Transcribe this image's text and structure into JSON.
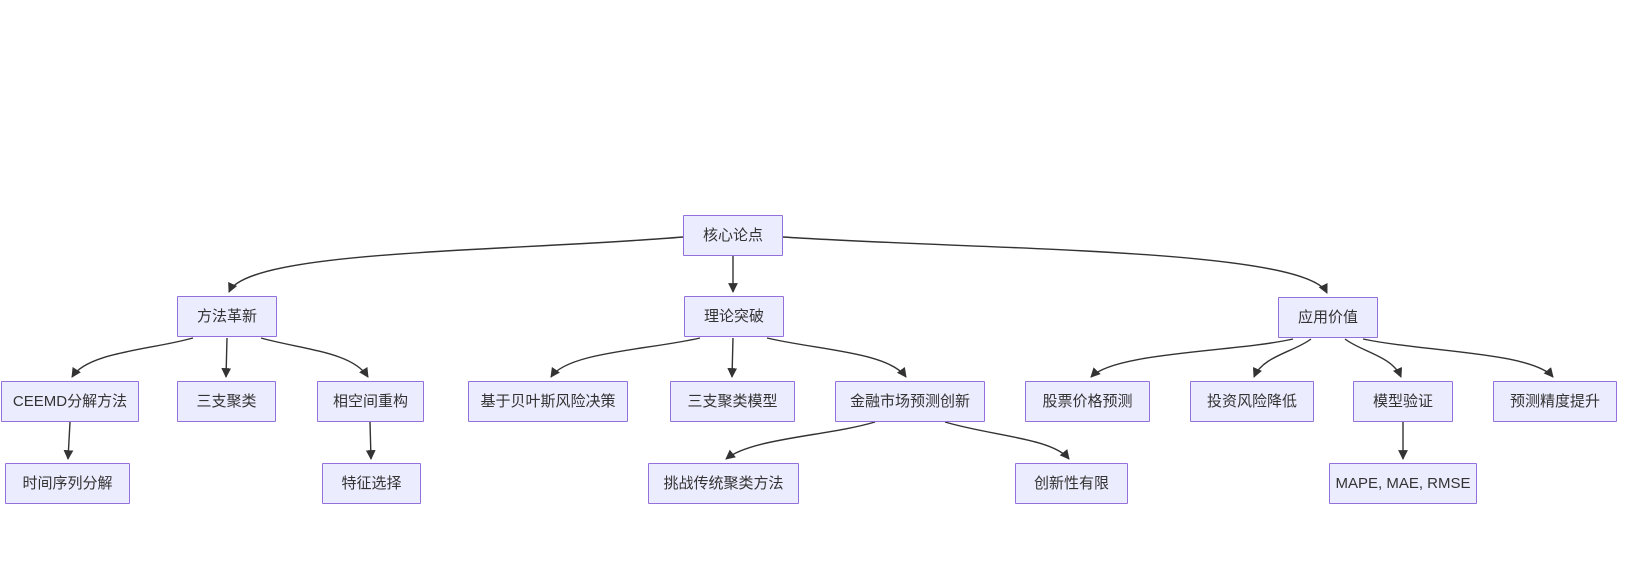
{
  "diagram": {
    "type": "flowchart-top-down",
    "title": "核心论点 mind map",
    "colors": {
      "background": "#ffffff",
      "node_fill": "#ECECFF",
      "node_border": "#9370DB",
      "node_text": "#333333",
      "edge": "#333333"
    },
    "nodes": [
      {
        "id": "core",
        "label": "核心论点"
      },
      {
        "id": "method",
        "label": "方法革新"
      },
      {
        "id": "theory",
        "label": "理论突破"
      },
      {
        "id": "application",
        "label": "应用价值"
      },
      {
        "id": "ceemd",
        "label": "CEEMD分解方法"
      },
      {
        "id": "threeway",
        "label": "三支聚类"
      },
      {
        "id": "phasespace",
        "label": "相空间重构"
      },
      {
        "id": "bayes",
        "label": "基于贝叶斯风险决策"
      },
      {
        "id": "twmodel",
        "label": "三支聚类模型"
      },
      {
        "id": "fininnov",
        "label": "金融市场预测创新"
      },
      {
        "id": "stock",
        "label": "股票价格预测"
      },
      {
        "id": "risk",
        "label": "投资风险降低"
      },
      {
        "id": "validation",
        "label": "模型验证"
      },
      {
        "id": "precision",
        "label": "预测精度提升"
      },
      {
        "id": "tsdecomp",
        "label": "时间序列分解"
      },
      {
        "id": "feature",
        "label": "特征选择"
      },
      {
        "id": "challenge",
        "label": "挑战传统聚类方法"
      },
      {
        "id": "limited",
        "label": "创新性有限"
      },
      {
        "id": "metrics",
        "label": "MAPE, MAE, RMSE"
      }
    ],
    "edges": [
      {
        "from": "core",
        "to": "method"
      },
      {
        "from": "core",
        "to": "theory"
      },
      {
        "from": "core",
        "to": "application"
      },
      {
        "from": "method",
        "to": "ceemd"
      },
      {
        "from": "method",
        "to": "threeway"
      },
      {
        "from": "method",
        "to": "phasespace"
      },
      {
        "from": "theory",
        "to": "bayes"
      },
      {
        "from": "theory",
        "to": "twmodel"
      },
      {
        "from": "theory",
        "to": "fininnov"
      },
      {
        "from": "application",
        "to": "stock"
      },
      {
        "from": "application",
        "to": "risk"
      },
      {
        "from": "application",
        "to": "validation"
      },
      {
        "from": "application",
        "to": "precision"
      },
      {
        "from": "ceemd",
        "to": "tsdecomp"
      },
      {
        "from": "phasespace",
        "to": "feature"
      },
      {
        "from": "fininnov",
        "to": "challenge"
      },
      {
        "from": "fininnov",
        "to": "limited"
      },
      {
        "from": "validation",
        "to": "metrics"
      }
    ]
  }
}
